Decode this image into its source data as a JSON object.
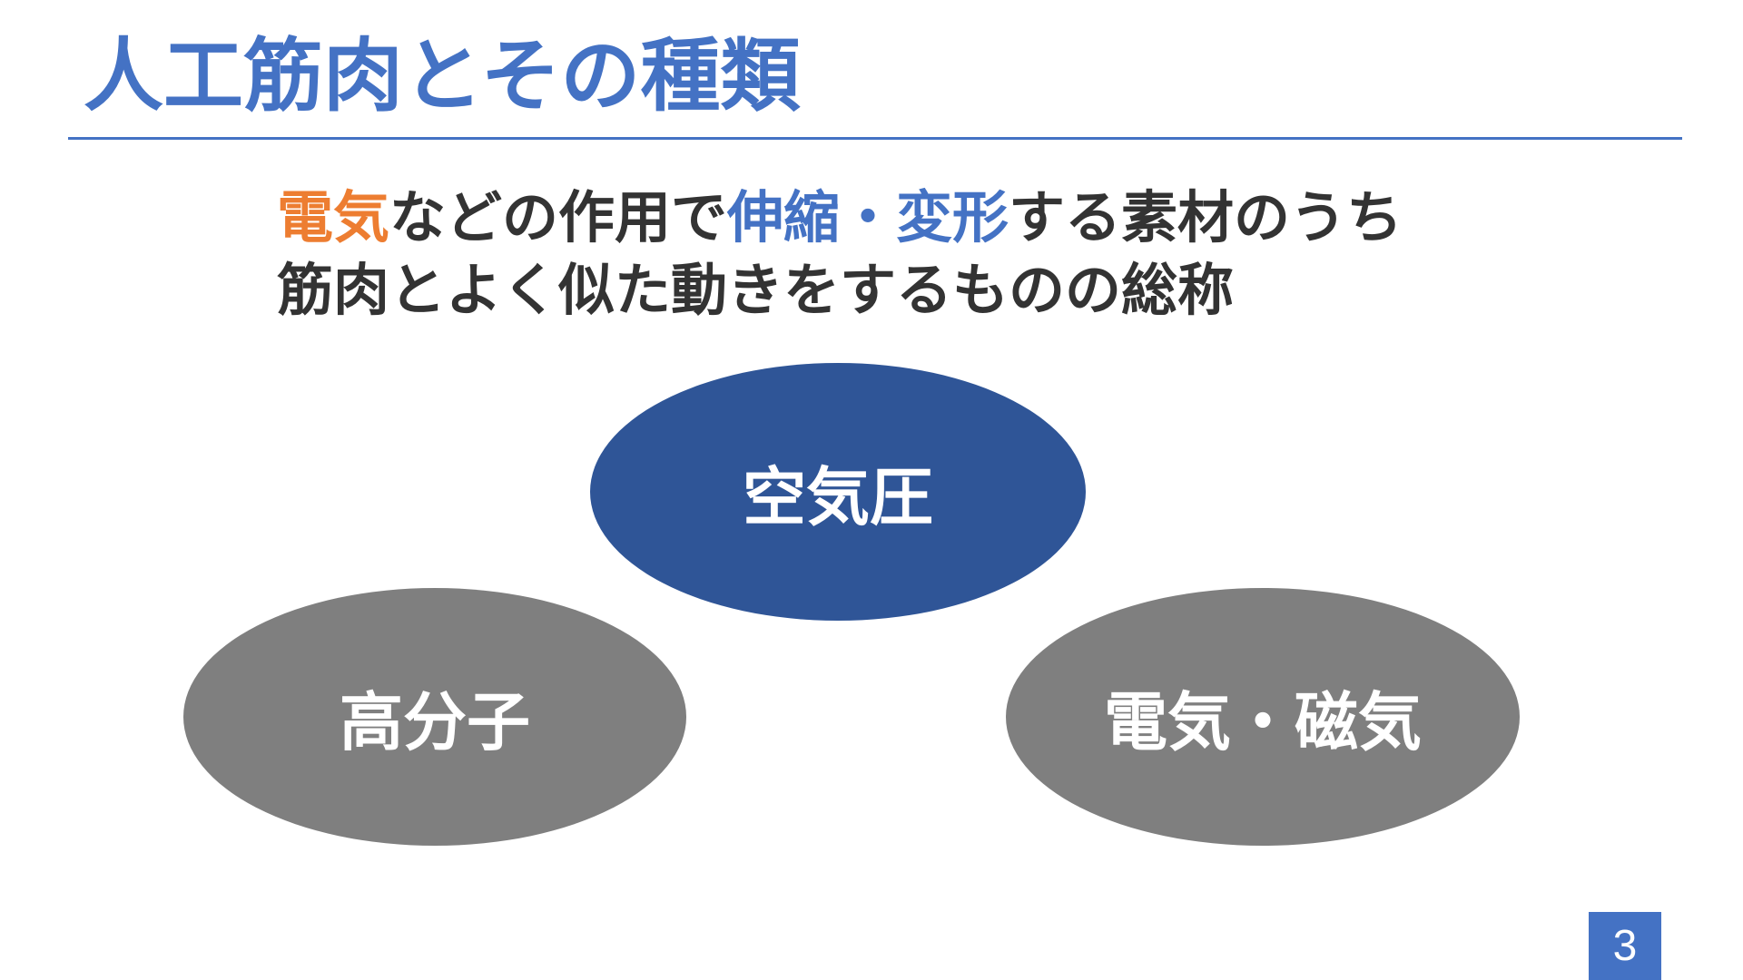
{
  "slide": {
    "title": "人工筋肉とその種類",
    "definition": {
      "line1": [
        {
          "text": "電気",
          "style": "orange"
        },
        {
          "text": "などの作用で",
          "style": "normal"
        },
        {
          "text": "伸縮・変形",
          "style": "blue"
        },
        {
          "text": "する素材のうち",
          "style": "normal"
        }
      ],
      "line2": "筋肉とよく似た動きをするものの総称"
    },
    "types": {
      "top": "空気圧",
      "left": "高分子",
      "right": "電気・磁気"
    },
    "page_number": "3"
  },
  "colors": {
    "accent_blue": "#4472c4",
    "accent_orange": "#ed7d31",
    "dark_blue": "#2f5597",
    "gray": "#7f7f7f",
    "text_dark": "#333333"
  }
}
